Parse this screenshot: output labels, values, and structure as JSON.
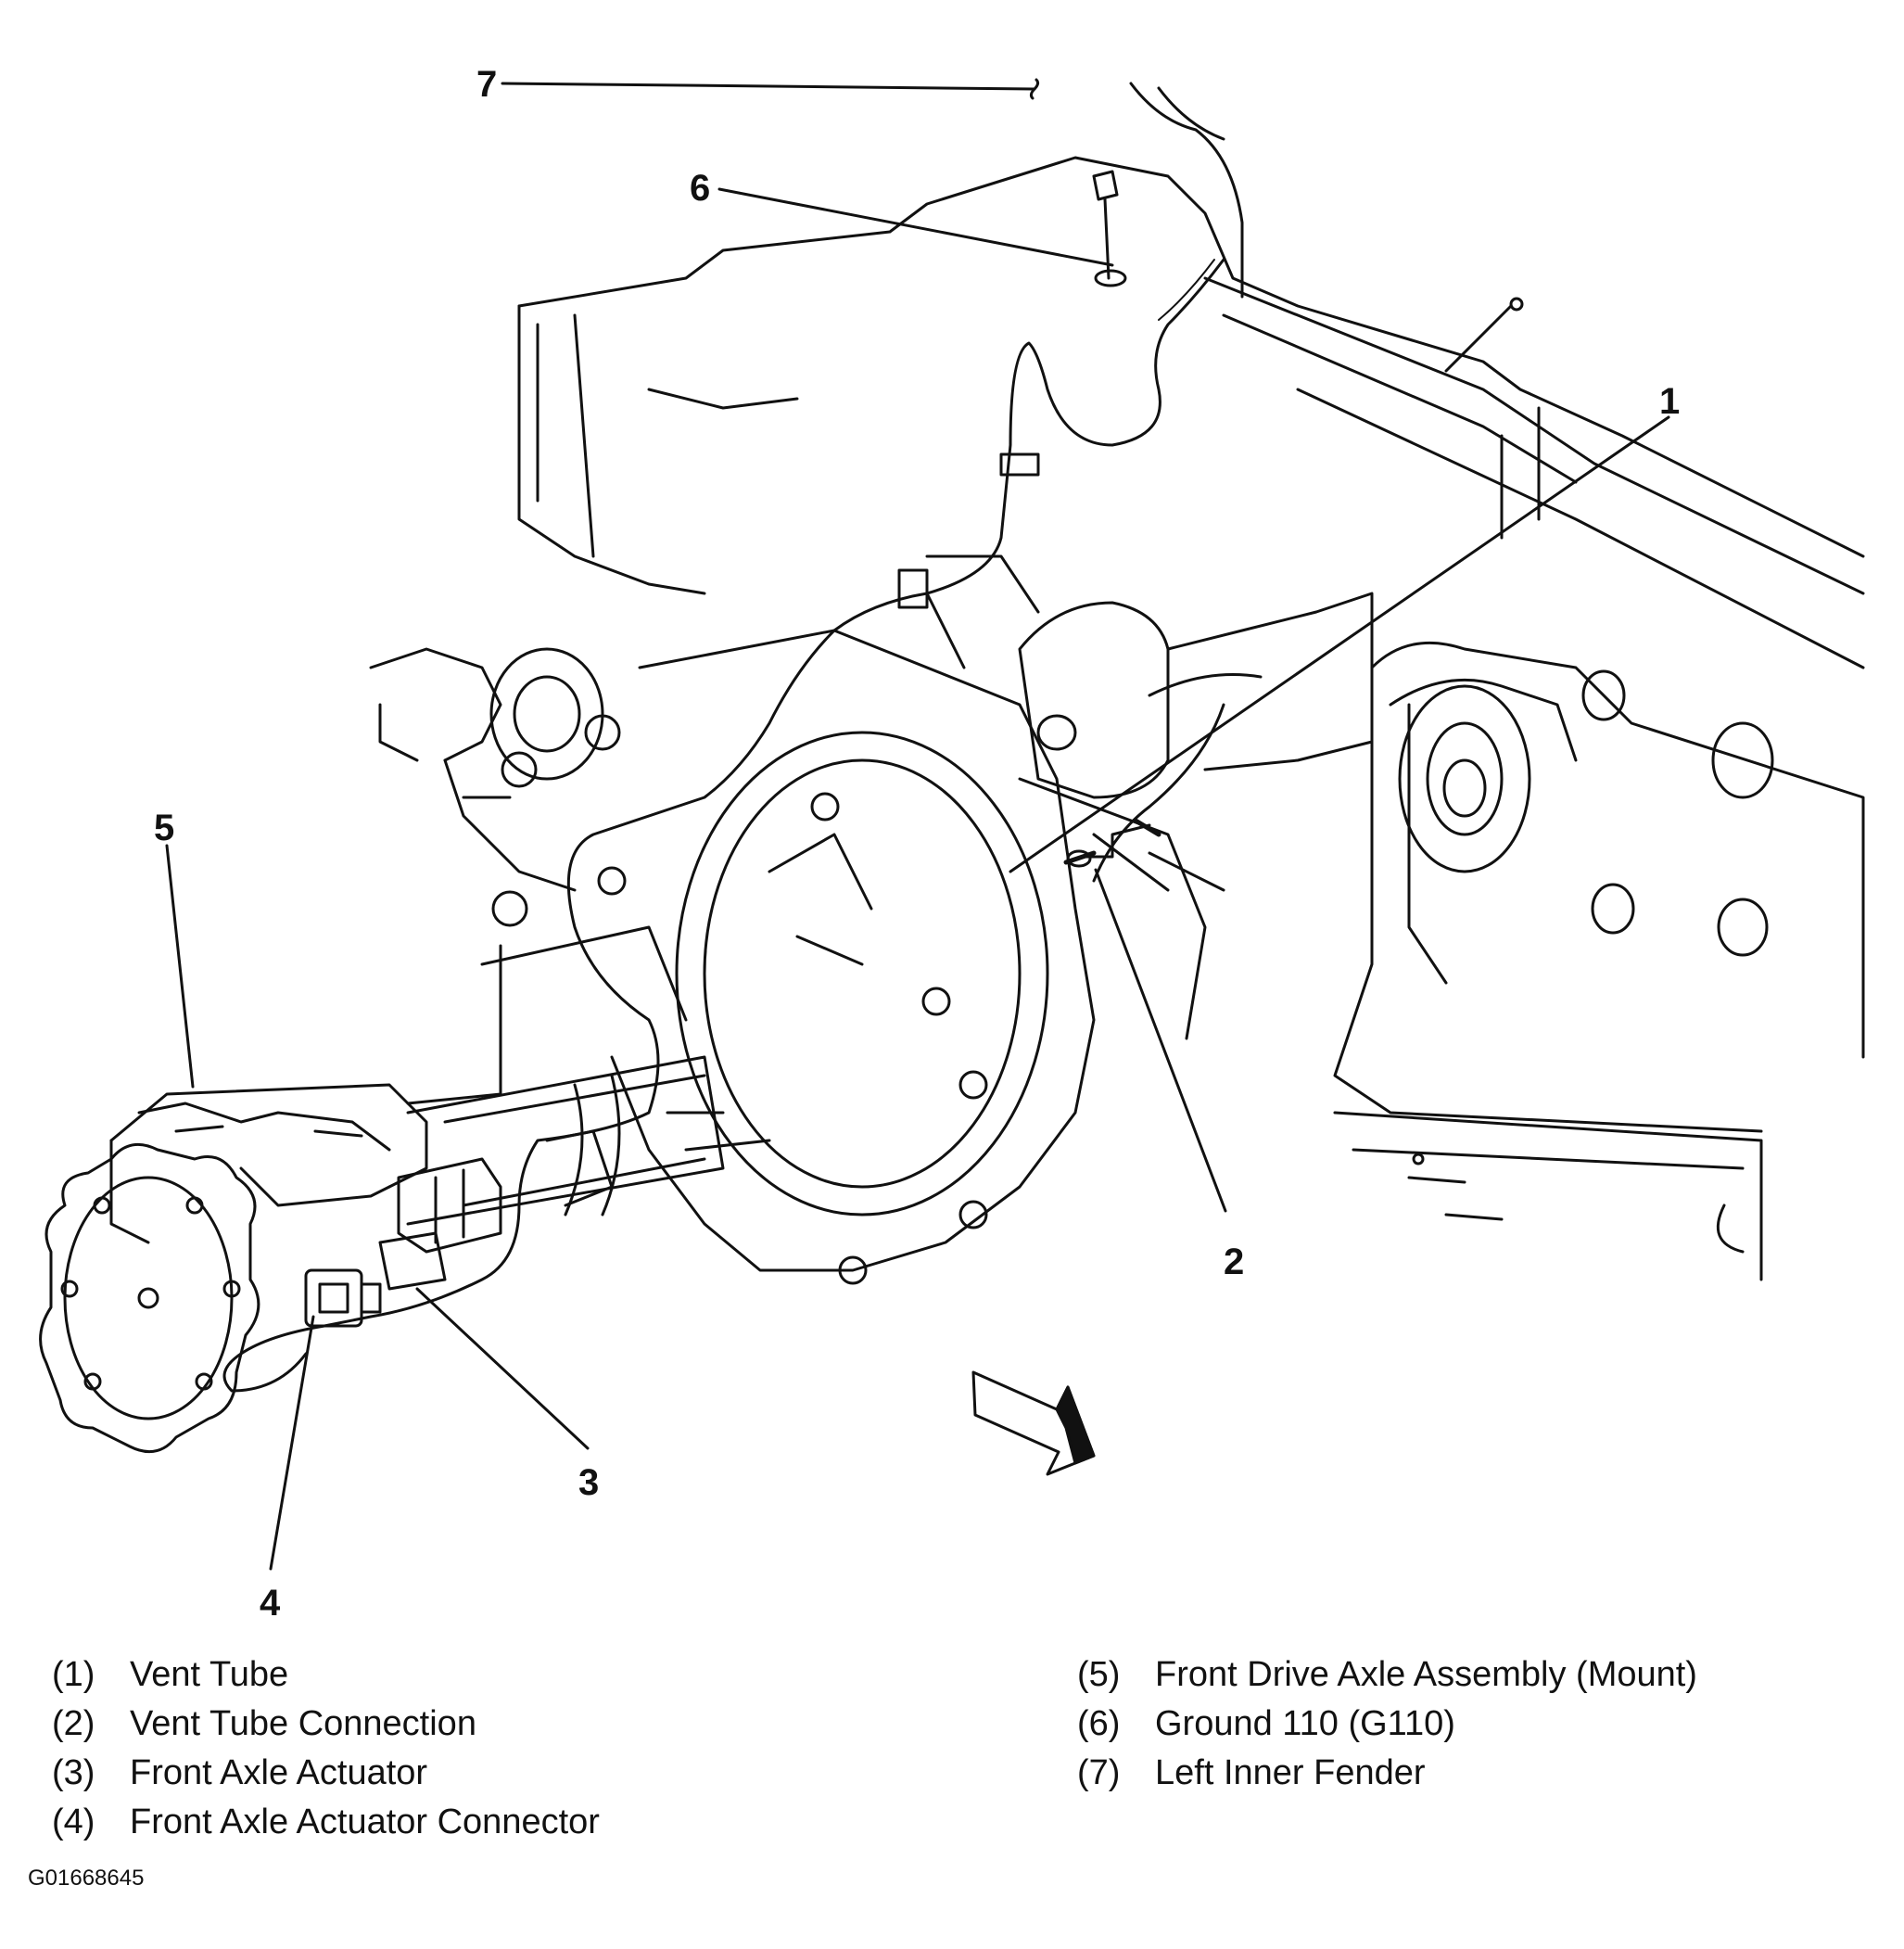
{
  "callouts": [
    "1",
    "2",
    "3",
    "4",
    "5",
    "6",
    "7"
  ],
  "legend": [
    {
      "num": "(1)",
      "label": "Vent Tube"
    },
    {
      "num": "(2)",
      "label": "Vent Tube Connection"
    },
    {
      "num": "(3)",
      "label": "Front Axle Actuator"
    },
    {
      "num": "(4)",
      "label": "Front Axle Actuator Connector"
    },
    {
      "num": "(5)",
      "label": "Front Drive Axle Assembly (Mount)"
    },
    {
      "num": "(6)",
      "label": "Ground 110 (G110)"
    },
    {
      "num": "(7)",
      "label": "Left Inner Fender"
    }
  ],
  "figure_id": "G01668645"
}
